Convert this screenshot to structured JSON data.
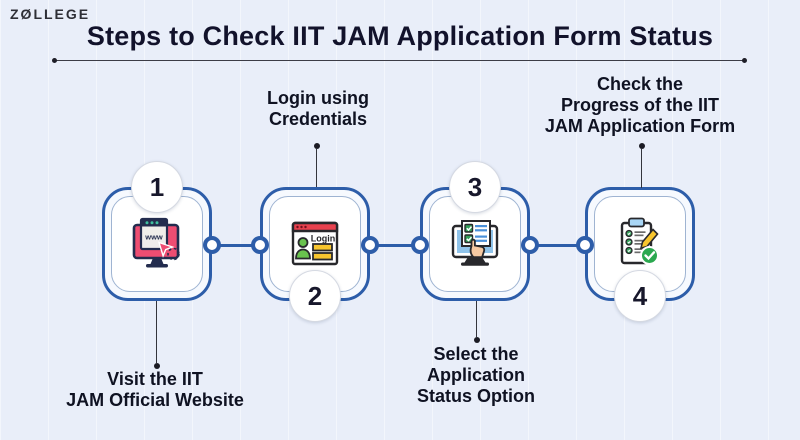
{
  "brand": {
    "logo": "ZØLLEGE"
  },
  "header": {
    "title": "Steps to Check IIT JAM Application Form Status"
  },
  "steps": [
    {
      "number": "1",
      "icon": "website-monitor-icon",
      "label": "Visit the IIT JAM Official Website",
      "label_lines": [
        "Visit the IIT",
        "JAM Official Website"
      ],
      "label_position": "below"
    },
    {
      "number": "2",
      "icon": "login-window-icon",
      "label": "Login using Credentials",
      "label_lines": [
        "Login using",
        "Credentials"
      ],
      "label_position": "above"
    },
    {
      "number": "3",
      "icon": "select-option-icon",
      "label": "Select the Application Status Option",
      "label_lines": [
        "Select the",
        "Application",
        "Status Option"
      ],
      "label_position": "below"
    },
    {
      "number": "4",
      "icon": "progress-checklist-icon",
      "label": "Check the Progress of the IIT JAM Application Form",
      "label_lines": [
        "Check the",
        "Progress of the IIT",
        "JAM Application Form"
      ],
      "label_position": "above"
    }
  ],
  "icon_text": {
    "www_label": "www",
    "login_label": "Login"
  },
  "colors": {
    "background": "#e9eef9",
    "accent_blue": "#2d5da9",
    "title_text": "#12122b",
    "label_text": "#0f1222",
    "icon_pink": "#ee4d72",
    "icon_red": "#e8414e",
    "icon_green": "#69c24e",
    "icon_check_green": "#2ba84f",
    "icon_yellow": "#f7c52e",
    "icon_screen_blue": "#8fc3ea",
    "icon_navy": "#232c4e"
  }
}
